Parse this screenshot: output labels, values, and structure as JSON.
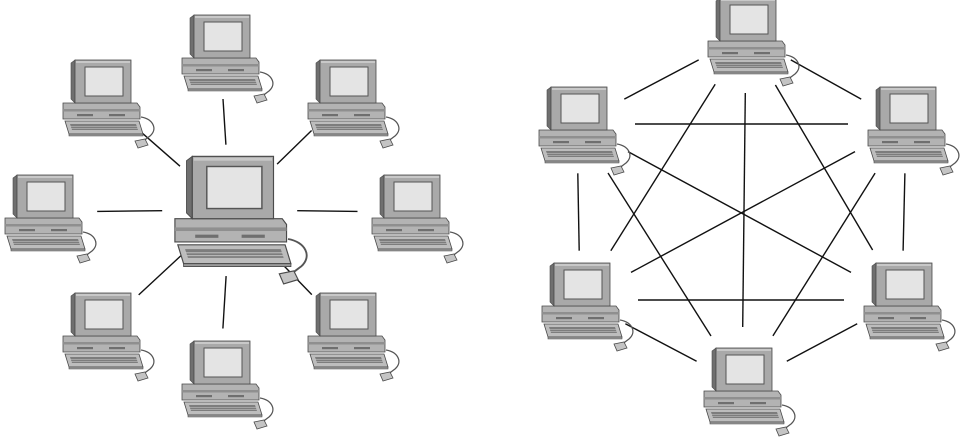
{
  "diagram": {
    "kind": "network-topologies",
    "colors": {
      "background": "#ffffff",
      "line": "#111111",
      "monitor": "#a9a9a9",
      "monitor_dark": "#6f6f6f",
      "monitor_light": "#c8c8c8",
      "screen": "#e4e4e4",
      "keyboard": "#bdbdbd",
      "keys": "#7d7d7d",
      "outline": "#4a4a4a"
    },
    "star_topology": {
      "hub": "hub",
      "nodes": [
        "hub",
        "n-top",
        "n-top-right",
        "n-right",
        "n-bottom-right",
        "n-bottom",
        "n-bottom-left",
        "n-left",
        "n-top-left"
      ],
      "links": [
        [
          "hub",
          "n-top"
        ],
        [
          "hub",
          "n-top-right"
        ],
        [
          "hub",
          "n-right"
        ],
        [
          "hub",
          "n-bottom-right"
        ],
        [
          "hub",
          "n-bottom"
        ],
        [
          "hub",
          "n-bottom-left"
        ],
        [
          "hub",
          "n-left"
        ],
        [
          "hub",
          "n-top-left"
        ]
      ]
    },
    "mesh_topology": {
      "nodes": [
        "m-top",
        "m-upper-right",
        "m-lower-right",
        "m-bottom",
        "m-lower-left",
        "m-upper-left"
      ],
      "links": "all-pairs"
    }
  }
}
